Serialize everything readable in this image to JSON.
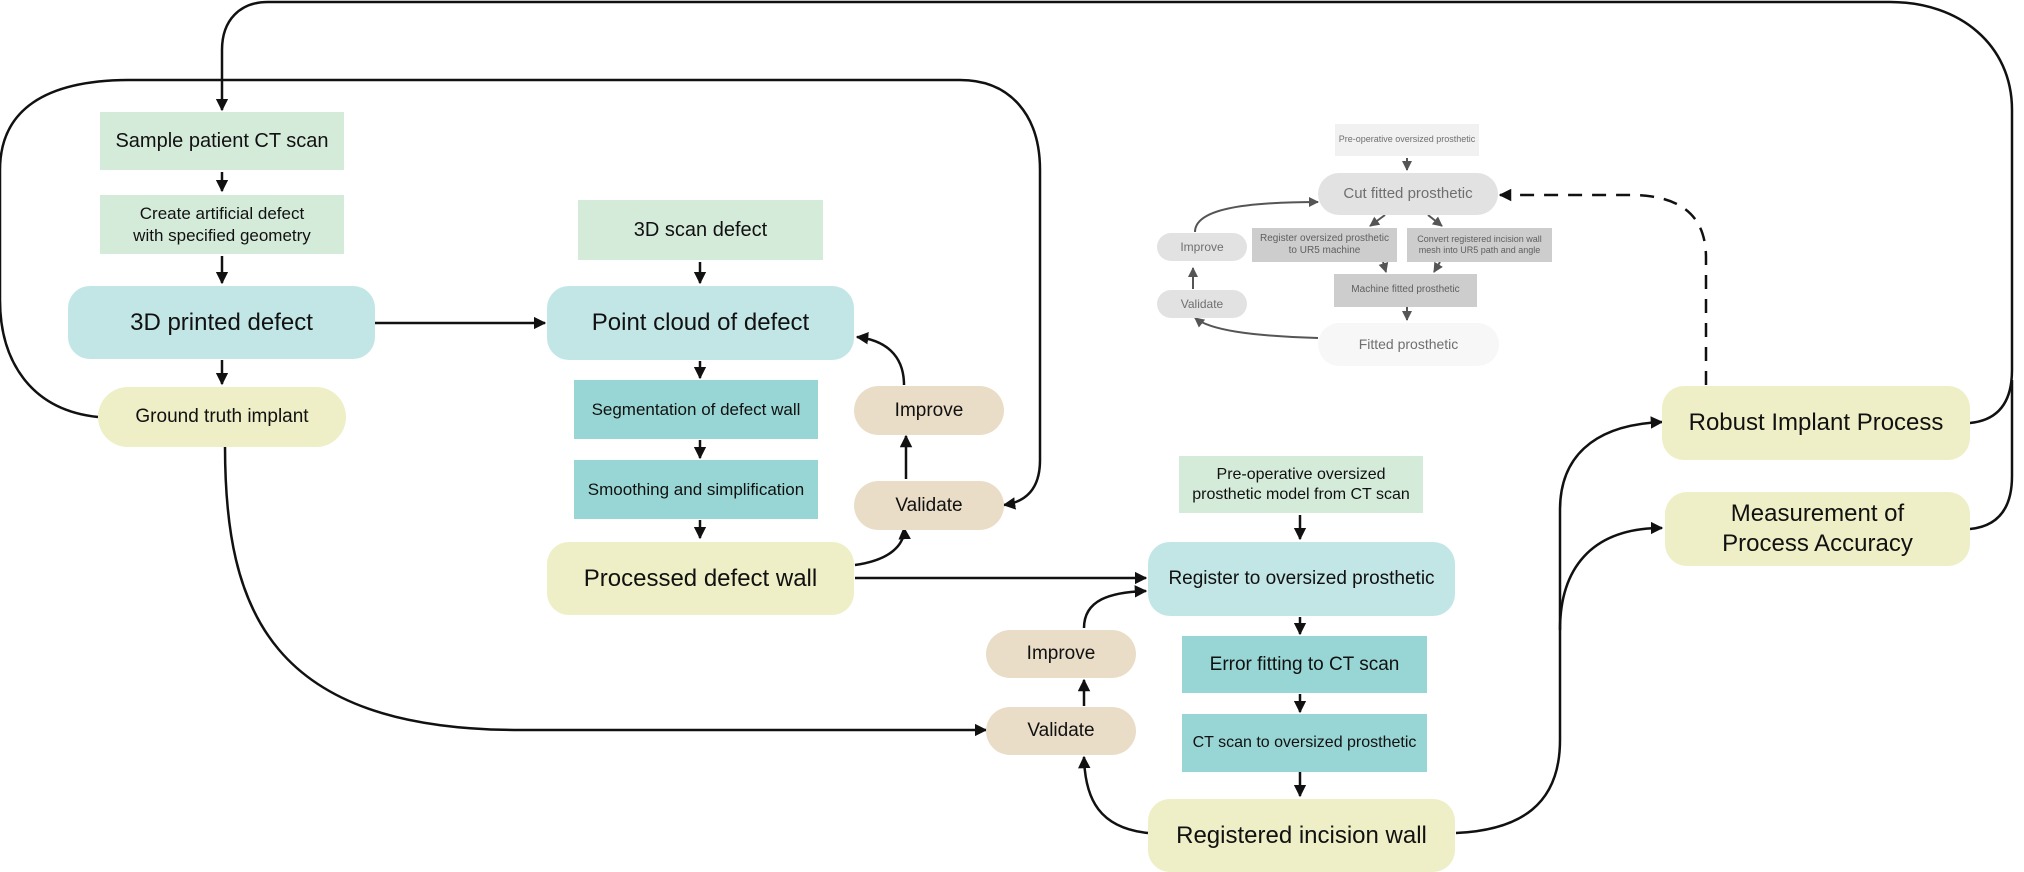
{
  "main": {
    "sample_ct": "Sample patient CT scan",
    "create_defect": "Create artificial defect\nwith specified geometry",
    "printed_defect": "3D printed defect",
    "ground_truth": "Ground truth implant",
    "scan_defect": "3D scan defect",
    "point_cloud": "Point cloud of defect",
    "segmentation": "Segmentation of defect wall",
    "smoothing": "Smoothing and simplification",
    "processed_wall": "Processed defect wall",
    "improve_1": "Improve",
    "validate_1": "Validate",
    "preop_model": "Pre-operative oversized\nprosthetic model from CT scan",
    "register": "Register to oversized prosthetic",
    "error_fitting": "Error fitting to CT scan",
    "ct_to_prosthetic": "CT scan to oversized prosthetic",
    "registered_wall": "Registered incision wall",
    "improve_2": "Improve",
    "validate_2": "Validate",
    "robust_process": "Robust Implant Process",
    "measurement": "Measurement of\nProcess Accuracy"
  },
  "inset": {
    "preop": "Pre-operative oversized prosthetic",
    "cut": "Cut fitted prosthetic",
    "register_ur5": "Register oversized prosthetic\nto UR5 machine",
    "convert": "Convert registered incision wall\nmesh into UR5 path and angle",
    "machine": "Machine fitted prosthetic",
    "fitted": "Fitted prosthetic",
    "improve": "Improve",
    "validate": "Validate"
  },
  "colors": {
    "green": "#d5ebda",
    "cyan": "#c2e6e6",
    "teal": "#97d6d4",
    "lemon": "#eeefc6",
    "beige": "#eaddc7",
    "arrow": "#111111",
    "inset_arrow": "#555555"
  }
}
